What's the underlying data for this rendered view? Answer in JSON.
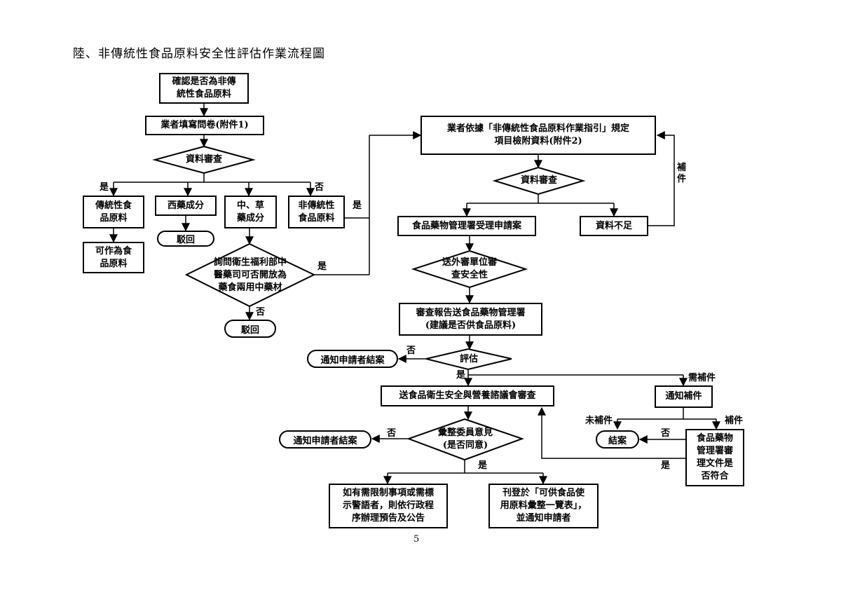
{
  "title": "陸、非傳統性食品原料安全性評估作業流程圖",
  "page_number": "5",
  "nodes": {
    "confirm": "確認是否為非傳\n統性食品原料",
    "questionnaire": "業者填寫問卷(附件1)",
    "review1": "資料審查",
    "traditional": "傳統性食\n品原料",
    "western": "西藥成分",
    "chinese": "中、草\n藥成分",
    "nontraditional": "非傳統性\n食品原料",
    "can_be_food": "可作為食\n品原料",
    "reject1": "駁回",
    "ask_ministry": "詢問衛生福利部中\n醫藥司可否開放為\n藥食兩用中藥材",
    "reject2": "駁回",
    "submit_docs": "業者依據「非傳統性食品原料作業指引」規定\n項目檢附資料(附件2)",
    "review2": "資料審查",
    "fda_accept": "食品藥物管理署受理申請案",
    "insufficient": "資料不足",
    "external_review": "送外審單位審\n查安全性",
    "report": "審查報告送食品藥物管理署\n(建議是否供食品原料)",
    "evaluate": "評估",
    "notify_close1": "通知申請者結案",
    "committee": "送食品衛生安全與營養諮議會審查",
    "notify_supplement": "通知補件",
    "opinion": "彙整委員意見\n(是否同意)",
    "notify_close2": "通知申請者結案",
    "close": "結案",
    "fda_check": "食品藥物\n管理署審\n理文件是\n否符合",
    "restrict": "如有需限制事項或需標\n示警語者，則依行政程\n序辦理預告及公告",
    "publish": "刊登於「可供食品使\n用原料彙整一覽表」，\n並通知申請者"
  },
  "labels": {
    "yes_traditional": "是",
    "no_nontraditional": "否",
    "yes_nontraditional": "是",
    "yes_ask": "是",
    "no_ask": "否",
    "supplement": "補\n件",
    "no_evaluate": "否",
    "yes_evaluate": "是",
    "need_supplement": "需補件",
    "no_opinion": "否",
    "yes_opinion": "是",
    "not_supplemented": "未補件",
    "supplemented": "補件",
    "no_fda_check": "否",
    "yes_fda_check": "是"
  }
}
